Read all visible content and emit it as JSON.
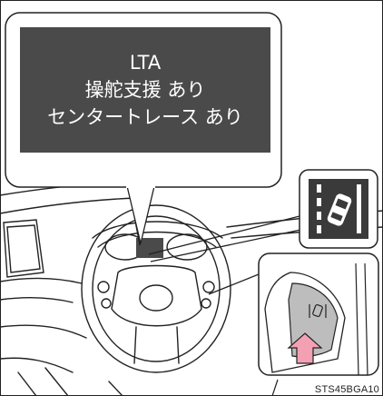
{
  "callout": {
    "line1": "LTA",
    "line2": "操舵支援 あり",
    "line3": "センタートレース あり"
  },
  "figure_code": "STS45BGA10",
  "icons": {
    "indicator": "lane-tracing-assist-icon",
    "switch": "lta-switch-icon",
    "press": "press-arrow-icon"
  },
  "colors": {
    "callout_bg": "#4a4a4a",
    "indicator_bg": "#3a3a3a",
    "arrow": "#f4a0b4",
    "switch_panel": "#bdbdbd",
    "line": "#222222"
  }
}
